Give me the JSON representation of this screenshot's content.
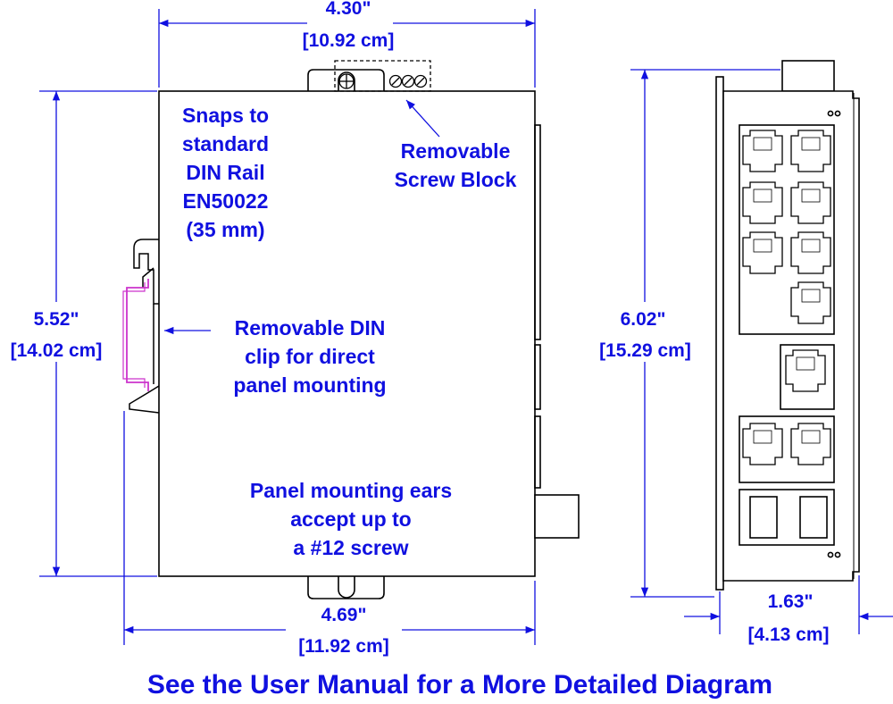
{
  "colors": {
    "dimension": "#1010e0",
    "outline": "#000000",
    "clip": "#cc33cc"
  },
  "dimensions": {
    "top_width": {
      "inches": "4.30\"",
      "cm": "[10.92 cm]"
    },
    "bottom_width": {
      "inches": "4.69\"",
      "cm": "[11.92 cm]"
    },
    "left_height": {
      "inches": "5.52\"",
      "cm": "[14.02 cm]"
    },
    "side_height": {
      "inches": "6.02\"",
      "cm": "[15.29 cm]"
    },
    "side_depth": {
      "inches": "1.63\"",
      "cm": "[4.13 cm]"
    }
  },
  "notes": {
    "din_rail": [
      "Snaps to",
      "standard",
      "DIN Rail",
      "EN50022",
      "(35 mm)"
    ],
    "screw_block": [
      "Removable",
      "Screw Block"
    ],
    "din_clip": [
      "Removable DIN",
      "clip for direct",
      "panel mounting"
    ],
    "mounting_ears": [
      "Panel mounting ears",
      "accept up to",
      "a #12 screw"
    ]
  },
  "footer": "See the User Manual for a More Detailed Diagram"
}
